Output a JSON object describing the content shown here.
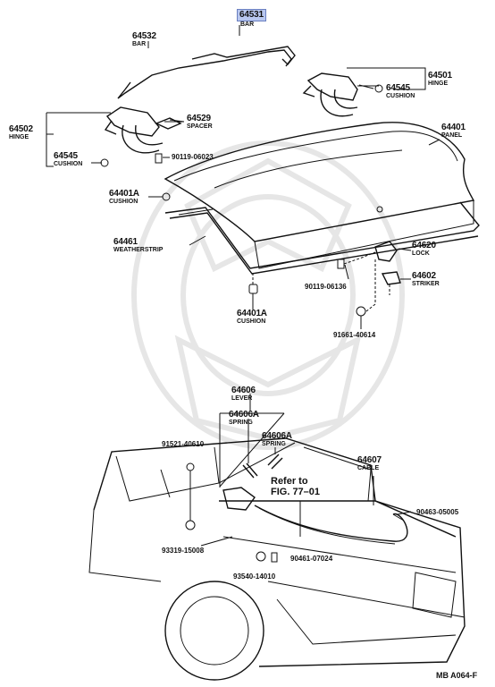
{
  "parts": {
    "p64531": {
      "num": "64531",
      "name": "BAR"
    },
    "p64532": {
      "num": "64532",
      "name": "BAR"
    },
    "p64501": {
      "num": "64501",
      "name": "HINGE"
    },
    "p64545a": {
      "num": "64545",
      "name": "CUSHION"
    },
    "p64502": {
      "num": "64502",
      "name": "HINGE"
    },
    "p64529": {
      "num": "64529",
      "name": "SPACER"
    },
    "p64545b": {
      "num": "64545",
      "name": "CUSHION"
    },
    "p90119a": {
      "num": "90119-06023"
    },
    "p64401": {
      "num": "64401",
      "name": "PANEL"
    },
    "p64401Aa": {
      "num": "64401A",
      "name": "CUSHION"
    },
    "p64461": {
      "num": "64461",
      "name": "WEATHERSTRIP"
    },
    "p64620": {
      "num": "64620",
      "name": "LOCK"
    },
    "p64602": {
      "num": "64602",
      "name": "STRIKER"
    },
    "p90119b": {
      "num": "90119-06136"
    },
    "p64401Ab": {
      "num": "64401A",
      "name": "CUSHION"
    },
    "p91661": {
      "num": "91661-40614"
    },
    "p64606": {
      "num": "64606",
      "name": "LEVER"
    },
    "p64606Aa": {
      "num": "64606A",
      "name": "SPRING"
    },
    "p64606Ab": {
      "num": "64606A",
      "name": "SPRING"
    },
    "p91521": {
      "num": "91521-40610"
    },
    "p64607": {
      "num": "64607",
      "name": "CABLE"
    },
    "p90463": {
      "num": "90463-05005"
    },
    "p93319": {
      "num": "93319-15008"
    },
    "p90461": {
      "num": "90461-07024"
    },
    "p93540": {
      "num": "93540-14010"
    }
  },
  "reference": {
    "line1": "Refer to",
    "line2": "FIG. 77–01"
  },
  "footer_code": "MB A064-F",
  "highlight_color": "#b8c7ef"
}
